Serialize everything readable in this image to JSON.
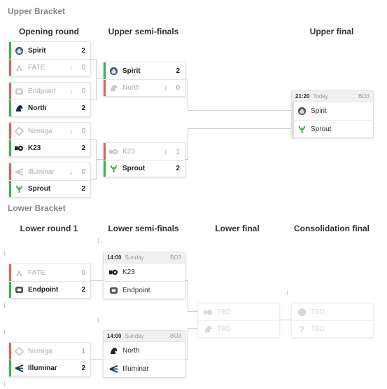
{
  "upper": {
    "title": "Upper Bracket",
    "heads": [
      "Opening round",
      "Upper semi-finals",
      "Upper final"
    ],
    "opening": [
      {
        "t1": "Spirit",
        "s1": "2",
        "t2": "FATE",
        "s2": "0"
      },
      {
        "t1": "Endpoint",
        "s1": "0",
        "t2": "North",
        "s2": "2"
      },
      {
        "t1": "Nemiga",
        "s1": "0",
        "t2": "K23",
        "s2": "2"
      },
      {
        "t1": "Illuminar",
        "s1": "0",
        "t2": "Sprout",
        "s2": "2"
      }
    ],
    "semis": [
      {
        "t1": "Spirit",
        "s1": "2",
        "t2": "North",
        "s2": "0"
      },
      {
        "t1": "K23",
        "s1": "1",
        "t2": "Sprout",
        "s2": "2"
      }
    ],
    "final": {
      "time": "21:20",
      "day": "Today",
      "format": "BO3",
      "t1": "Spirit",
      "t2": "Sprout"
    }
  },
  "lower": {
    "title": "Lower Bracket",
    "heads": [
      "Lower round 1",
      "Lower semi-finals",
      "Lower final",
      "Consolidation final"
    ],
    "round1": [
      {
        "t1": "FATE",
        "s1": "0",
        "t2": "Endpoint",
        "s2": "2"
      },
      {
        "t1": "Nemiga",
        "s1": "1",
        "t2": "Illuminar",
        "s2": "2"
      }
    ],
    "semis": [
      {
        "time": "14:00",
        "day": "Sunday",
        "format": "BO3",
        "t1": "K23",
        "t2": "Endpoint"
      },
      {
        "time": "14:00",
        "day": "Sunday",
        "format": "BO3",
        "t1": "North",
        "t2": "Illuminar"
      }
    ],
    "final": {
      "t1": "TBD",
      "t2": "TBD"
    },
    "consolidation": {
      "t1": "TBD",
      "t2": "TBD"
    }
  },
  "icons": {
    "arrow_down": "↓",
    "down_loss": "↓"
  }
}
